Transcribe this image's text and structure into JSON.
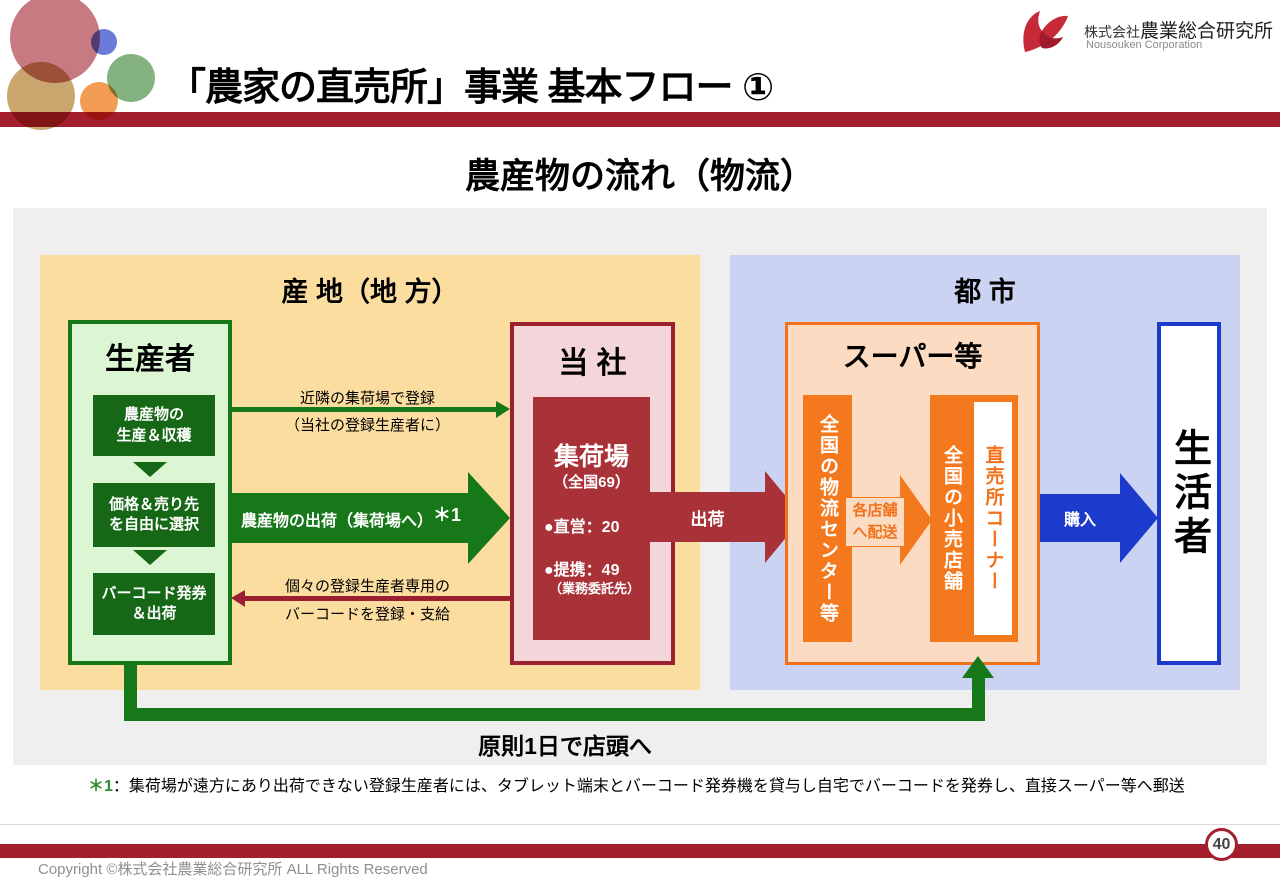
{
  "header": {
    "title": "「農家の直売所」事業 基本フロー ①",
    "logo_company_prefix": "株式会社",
    "logo_company": "農業総合研究所",
    "logo_company_en": "Nousouken Corporation"
  },
  "section_title": "農産物の流れ（物流）",
  "diagram": {
    "left_region_title": "産 地（地 方）",
    "right_region_title": "都 市",
    "producer": {
      "title": "生産者",
      "step1": [
        "農産物の",
        "生産＆収穫"
      ],
      "step2": [
        "価格＆売り先",
        "を自由に選択"
      ],
      "step3": [
        "バーコード発券",
        "＆出荷"
      ]
    },
    "company": {
      "title": "当 社",
      "hub_title": "集荷場",
      "hub_subtitle": "（全国69）",
      "hub_item1": "●直営：20",
      "hub_item2": "●提携：49",
      "hub_item2_note": "（業務委託先）"
    },
    "register_arrow": [
      "近隣の集荷場で登録",
      "（当社の登録生産者に）"
    ],
    "ship_to_hub_label": "農産物の出荷（集荷場へ）",
    "ship_to_hub_note": "＊1",
    "barcode_arrow": [
      "個々の登録生産者専用の",
      "バーコードを登録・支給"
    ],
    "ship_arrow_label": "出荷",
    "supermarket": {
      "title": "スーパー等",
      "logistics_center": "全国の物流センター等",
      "delivery_label": [
        "各店舗",
        "へ配送"
      ],
      "retail_stores": "全国の小売店舗",
      "direct_corner": "直売所コーナー"
    },
    "buy_arrow_label": "購入",
    "consumer_label": "生活者",
    "loop_label": "原則1日で店頭へ"
  },
  "footnote": {
    "marker": "＊1",
    "colon": "：",
    "text": "集荷場が遠方にあり出荷できない登録生産者には、タブレット端末とバーコード発券機を貸与し自宅でバーコードを発券し、直接スーパー等へ郵送"
  },
  "footer": {
    "copyright": "Copyright ©株式会社農業総合研究所 ALL Rights Reserved",
    "page_number": "40"
  },
  "colors": {
    "accent_red": "#A51E2D",
    "dark_green": "#17781A",
    "green_box_bg": "#DCF5D2",
    "dark_green_fill": "#166817",
    "crimson": "#9A2030",
    "pink_bg": "#F3D5DA",
    "inner_red": "#A93239",
    "beige_bg": "#FBDDA0",
    "blue_region_bg": "#CAD4F2",
    "orange": "#F4791E",
    "peach_bg": "#FBDCC3",
    "blue": "#1C3BCC"
  }
}
